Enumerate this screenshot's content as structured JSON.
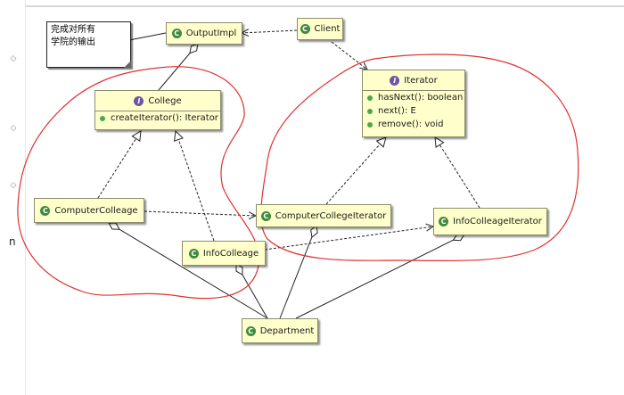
{
  "note": {
    "line1": "完成对所有",
    "line2": "学院的输出"
  },
  "classes": {
    "output_impl": "OutputImpl",
    "client": "Client",
    "college": "College",
    "iterator": "Iterator",
    "computer_colleage": "ComputerColleage",
    "computer_college_iterator": "ComputerCollegeIterator",
    "info_colleage_iterator": "InfoColleageIterator",
    "info_colleage": "InfoColleage",
    "department": "Department"
  },
  "methods": {
    "college": [
      "createIterator(): Iterator"
    ],
    "iterator": [
      "hasNext(): boolean",
      "next(): E",
      "remove(): void"
    ]
  },
  "icons": {
    "class_letter": "C",
    "interface_letter": "I"
  },
  "gutter": {
    "letter": "n"
  },
  "colors": {
    "class_fill": "#ffffcc",
    "class_icon": "#3e8a3e",
    "interface_icon": "#6b55a8",
    "annotation": "#e03030",
    "method_dot": "#4ca64c"
  }
}
